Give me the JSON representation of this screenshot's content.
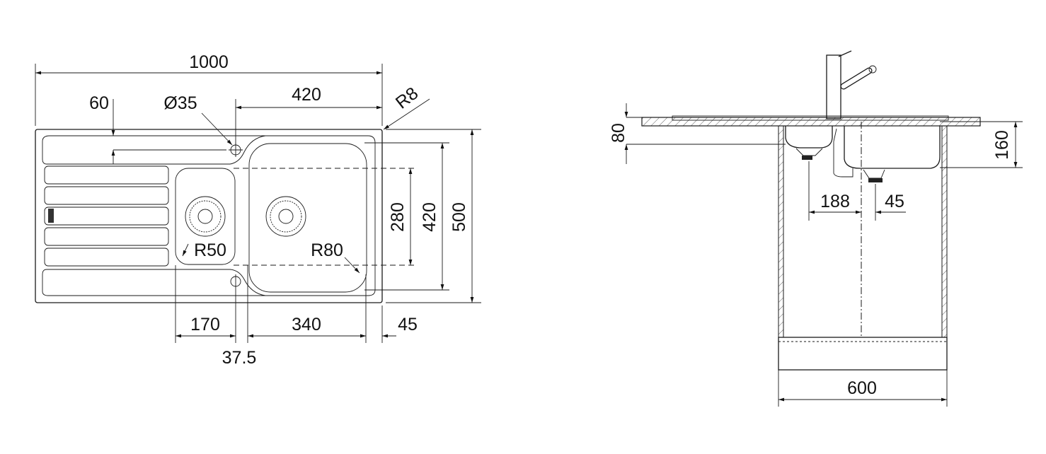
{
  "top_view": {
    "dimensions": {
      "overall_width": "1000",
      "drainer_offset": "60",
      "tap_hole": "Ø35",
      "large_bowl_width_outer": "420",
      "corner_radius": "R8",
      "bowl_depth_inner": "280",
      "large_bowl_depth": "420",
      "overall_depth": "500",
      "small_bowl_radius": "R50",
      "large_bowl_radius": "R80",
      "small_bowl_width": "170",
      "large_bowl_width": "340",
      "edge_offset": "45",
      "bowl_gap": "37.5"
    }
  },
  "side_view": {
    "dimensions": {
      "small_bowl_depth": "80",
      "large_bowl_depth": "160",
      "drain_offset_left": "188",
      "drain_offset_right": "45",
      "cabinet_width": "600"
    }
  },
  "colors": {
    "line": "#1a1a1a",
    "background": "#ffffff"
  }
}
